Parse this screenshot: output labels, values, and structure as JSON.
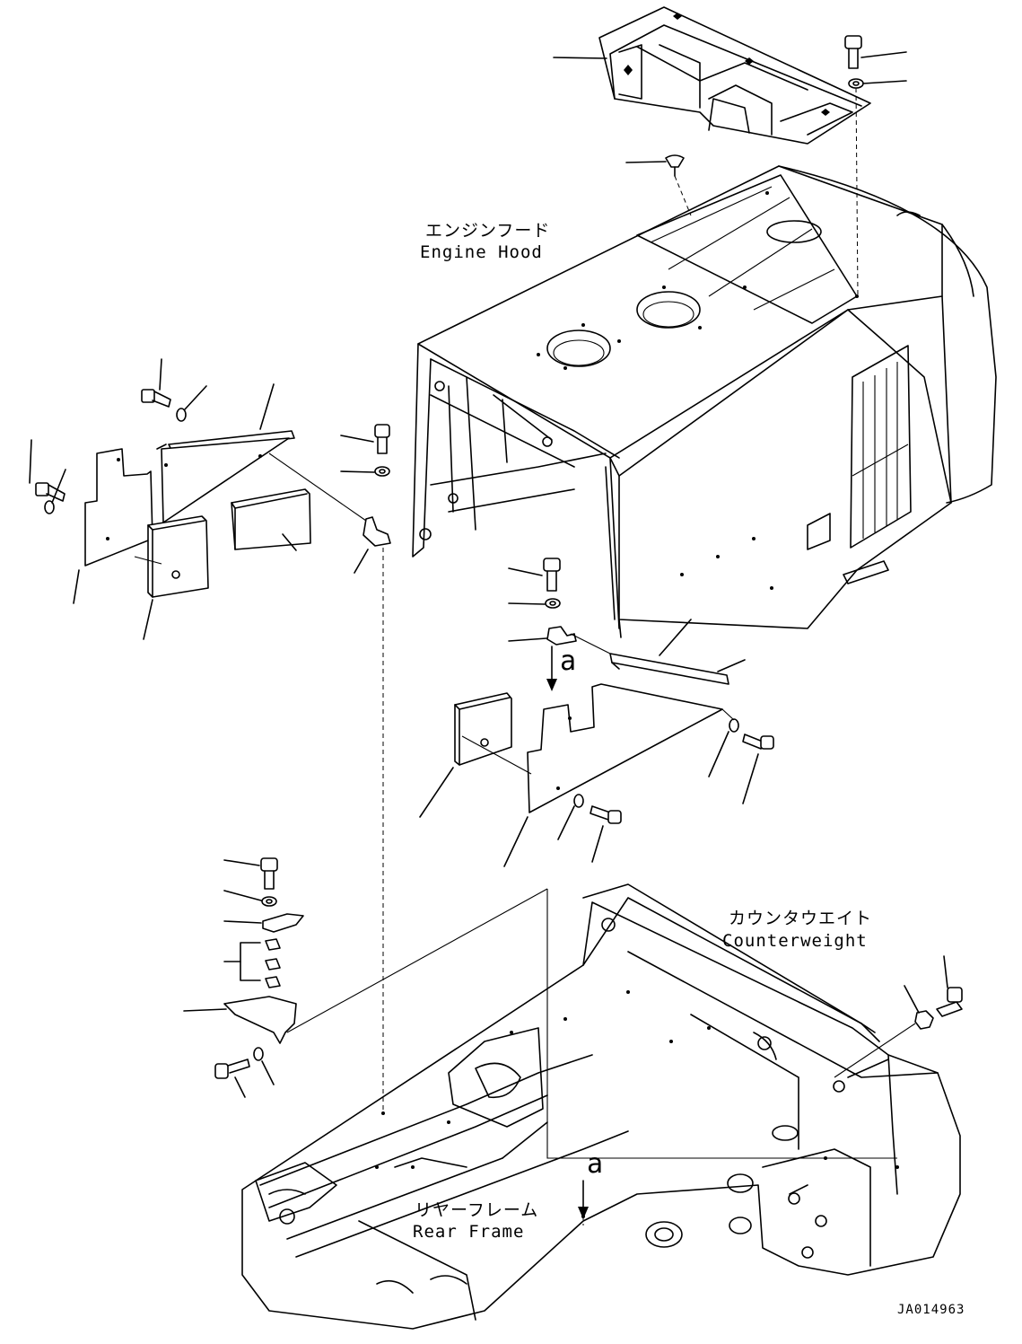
{
  "labels": {
    "engine_hood_jp": "エンジンフード",
    "engine_hood_en": "Engine Hood",
    "counterweight_jp": "カウンタウエイト",
    "counterweight_en": "Counterweight",
    "rear_frame_jp": "リヤーフレーム",
    "rear_frame_en": "Rear Frame",
    "view_mark_upper": "a",
    "view_mark_lower": "a",
    "drawing_code": "JA014963"
  }
}
